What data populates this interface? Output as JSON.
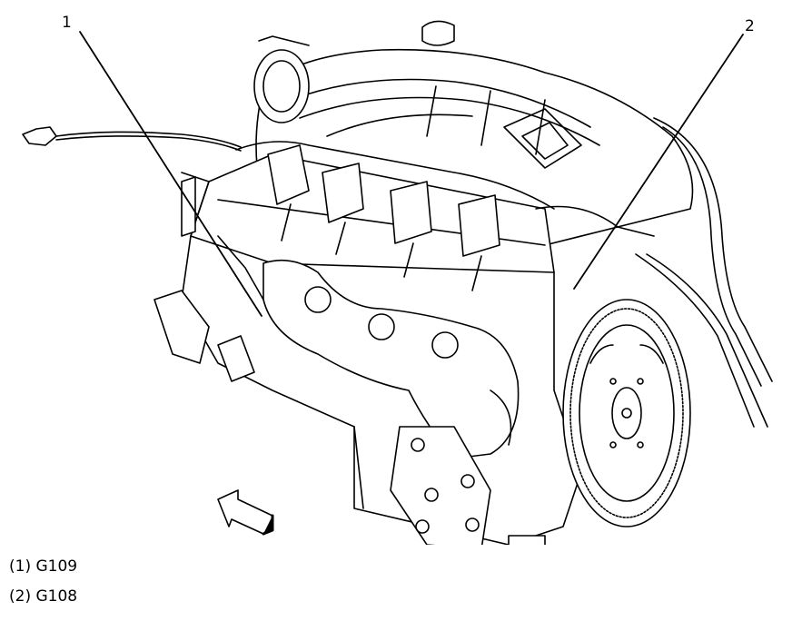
{
  "callouts": [
    {
      "number": "1"
    },
    {
      "number": "2"
    }
  ],
  "legend": [
    {
      "text": "(1) G109"
    },
    {
      "text": "(2) G108"
    }
  ],
  "colors": {
    "line": "#000000",
    "background": "#ffffff"
  }
}
